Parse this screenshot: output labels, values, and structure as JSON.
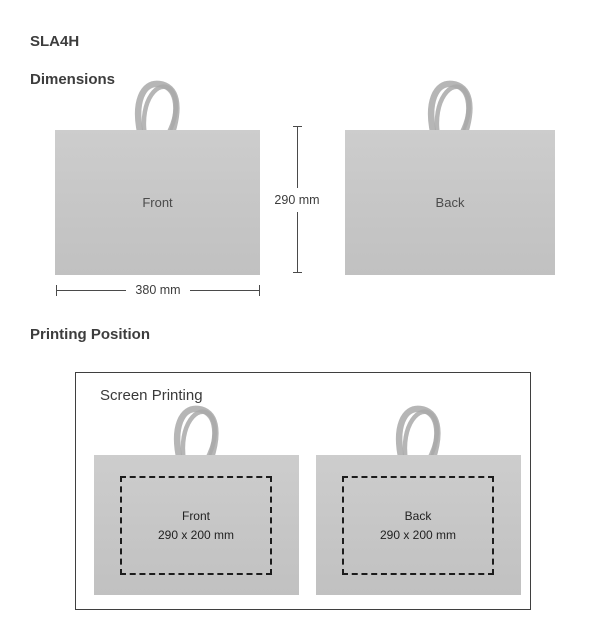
{
  "header": {
    "product_code": "SLA4H",
    "section_title": "Dimensions"
  },
  "dimensions": {
    "front_bag_label": "Front",
    "back_bag_label": "Back",
    "height": "290 mm",
    "width": "380 mm"
  },
  "printing": {
    "section_title": "Printing Position",
    "method_title": "Screen Printing",
    "front_area": {
      "label": "Front",
      "size": "290 x 200 mm"
    },
    "back_area": {
      "label": "Back",
      "size": "290 x 200 mm"
    }
  },
  "colors": {
    "bag_fill": "#c6c6c6",
    "handle": "#b6b6b6",
    "handle_shade": "#a9a9a9",
    "dashed_border": "#1c1c1c",
    "text": "#3e3e3e"
  }
}
